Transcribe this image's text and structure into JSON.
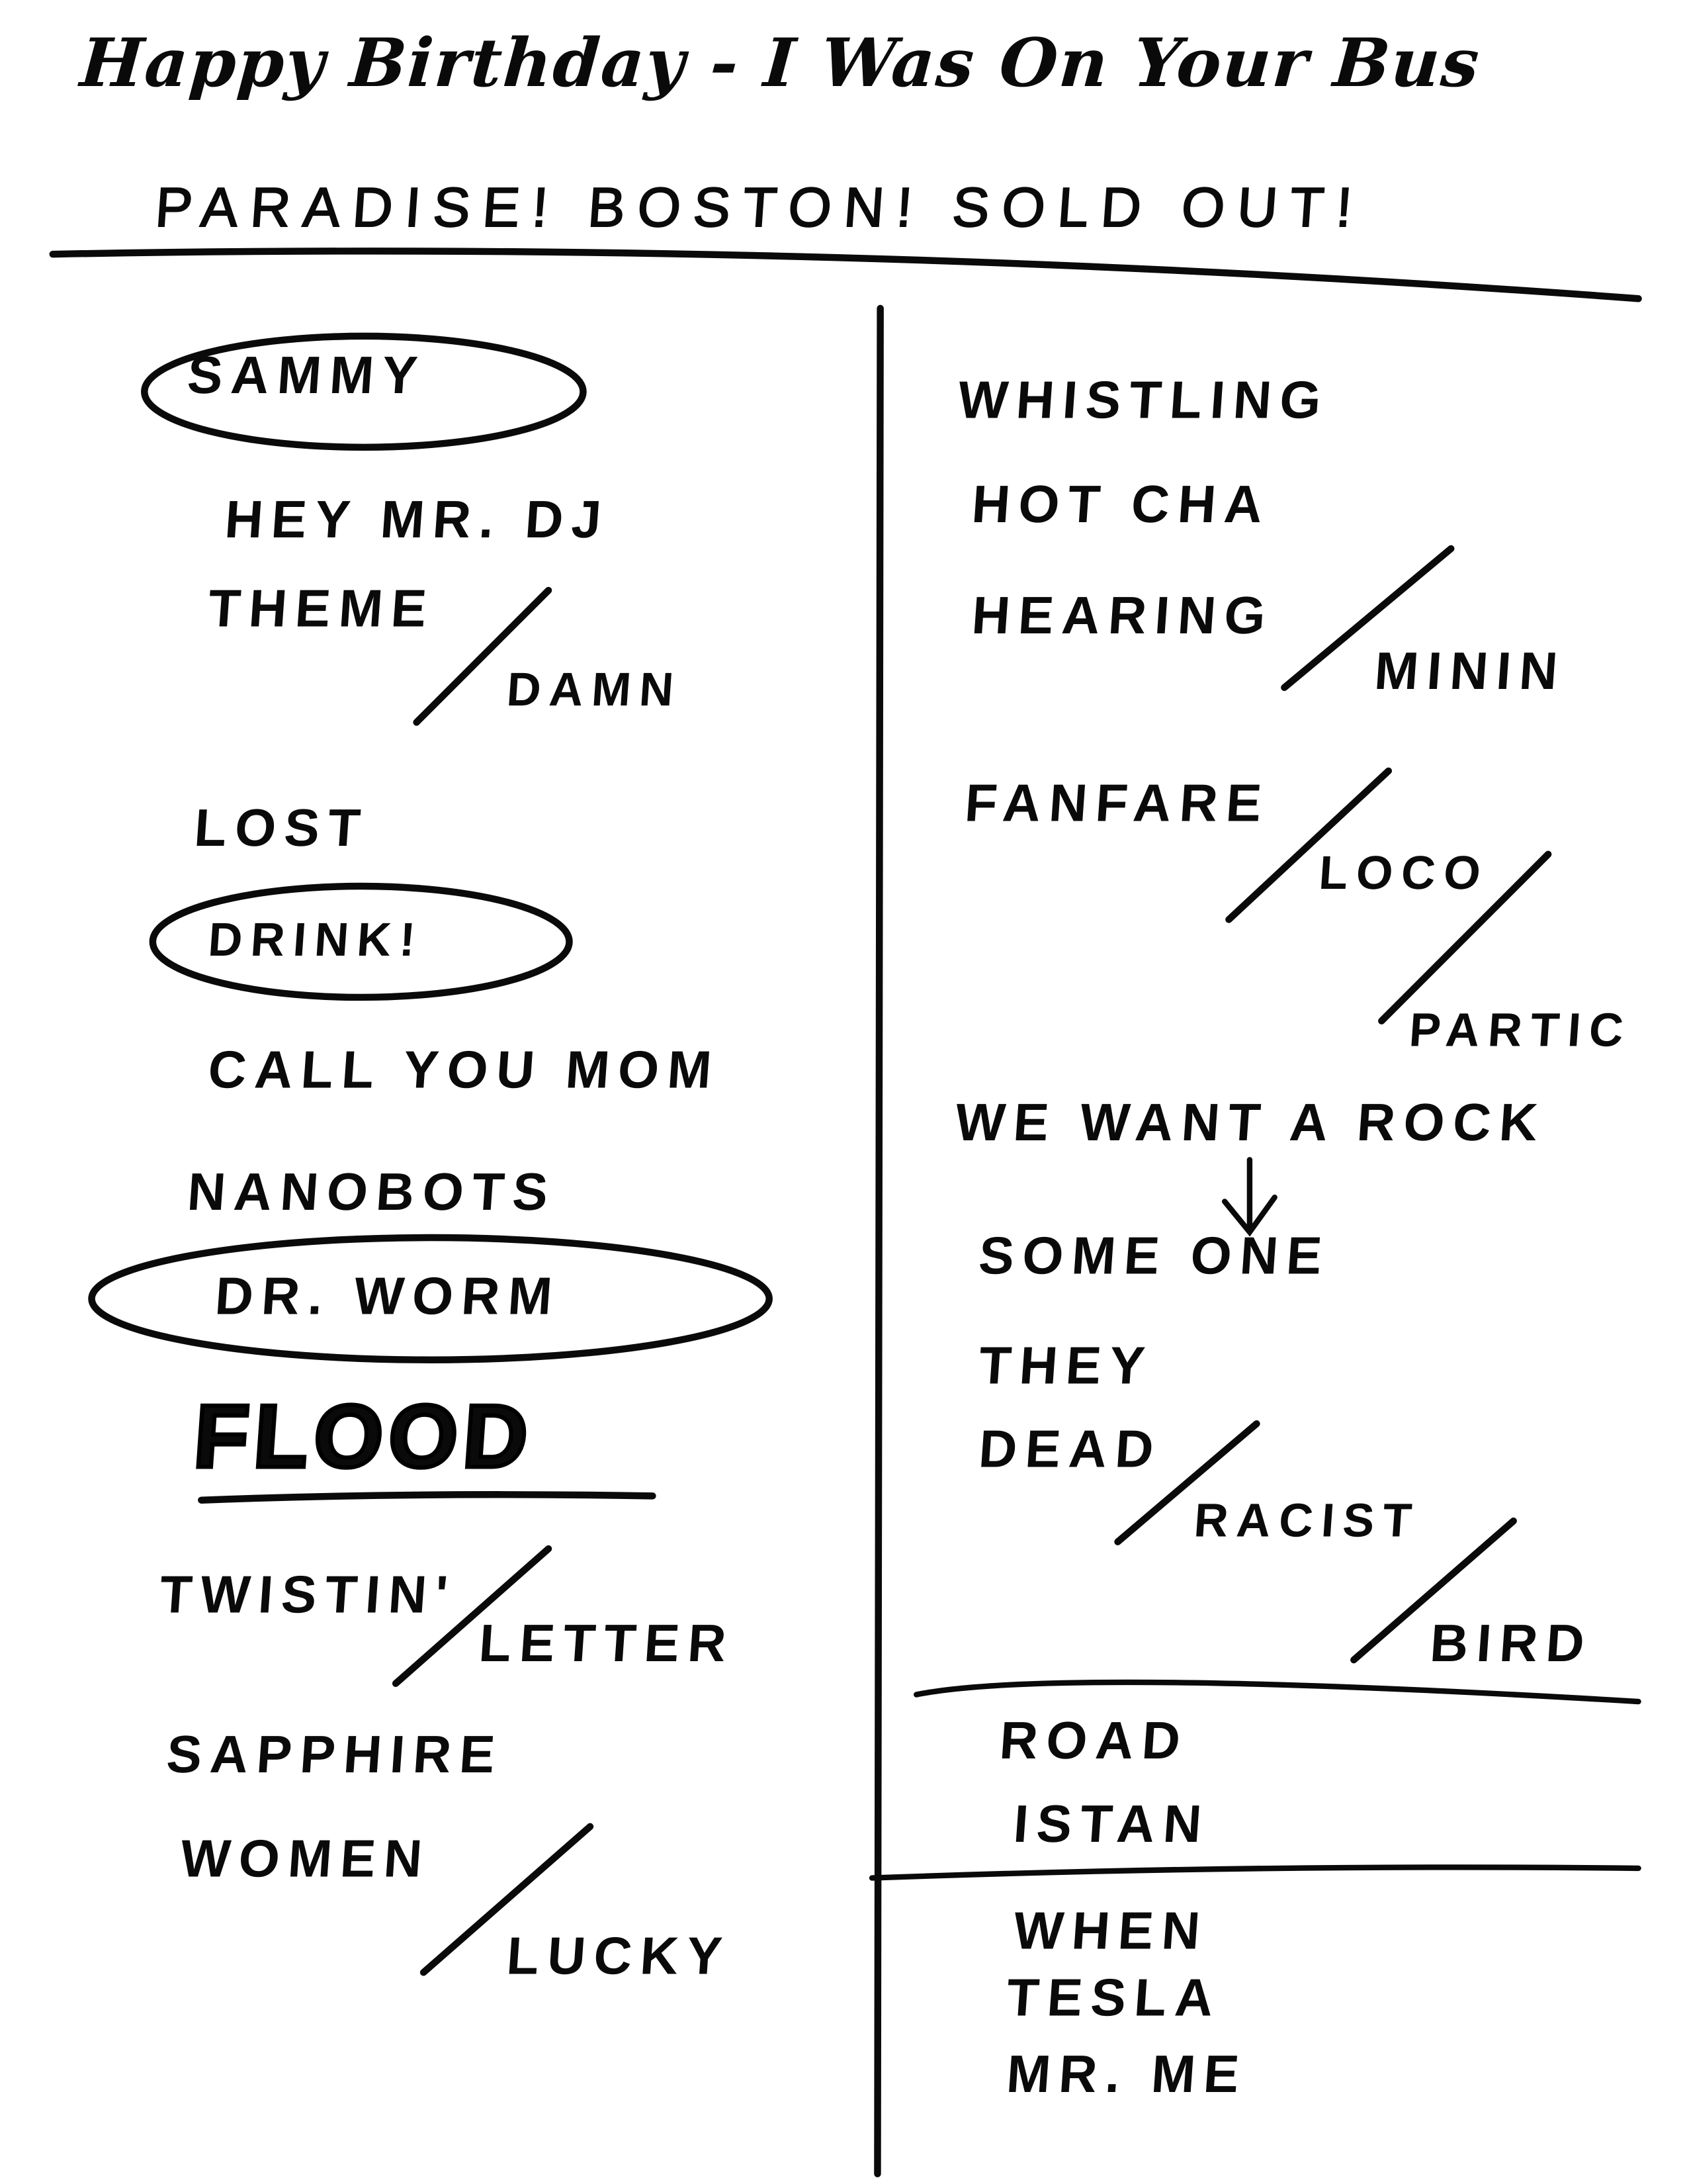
{
  "header": {
    "title": "Happy Birthday - I Was On Your Bus",
    "subtitle": "PARADISE! BOSTON! SOLD OUT!"
  },
  "left_column": {
    "sammy": "SAMMY",
    "hey_mr_dj": "HEY MR. DJ",
    "theme": "THEME",
    "damn": "DAMN",
    "lost": "LOST",
    "drink": "DRINK!",
    "call_you_mom": "CALL YOU MOM",
    "nanobots": "NANOBOTS",
    "dr_worm": "DR. WORM",
    "flood": "FLOOD",
    "twistin": "TWISTIN'",
    "letter": "LETTER",
    "sapphire": "SAPPHIRE",
    "women": "WOMEN",
    "lucky": "LUCKY"
  },
  "right_column": {
    "whistling": "WHISTLING",
    "hot_cha": "HOT CHA",
    "hearing": "HEARING",
    "minin": "MININ",
    "fanfare": "FANFARE",
    "loco": "LOCO",
    "partic": "PARTIC",
    "we_want_a_rock": "WE WANT A ROCK",
    "some_one": "SOME ONE",
    "they": "THEY",
    "dead": "DEAD",
    "racist": "RACIST",
    "bird": "BIRD"
  },
  "encore_1": {
    "road": "ROAD",
    "istan": "ISTAN"
  },
  "encore_2": {
    "when": "WHEN",
    "tesla": "TESLA",
    "mr_me": "MR. ME"
  }
}
